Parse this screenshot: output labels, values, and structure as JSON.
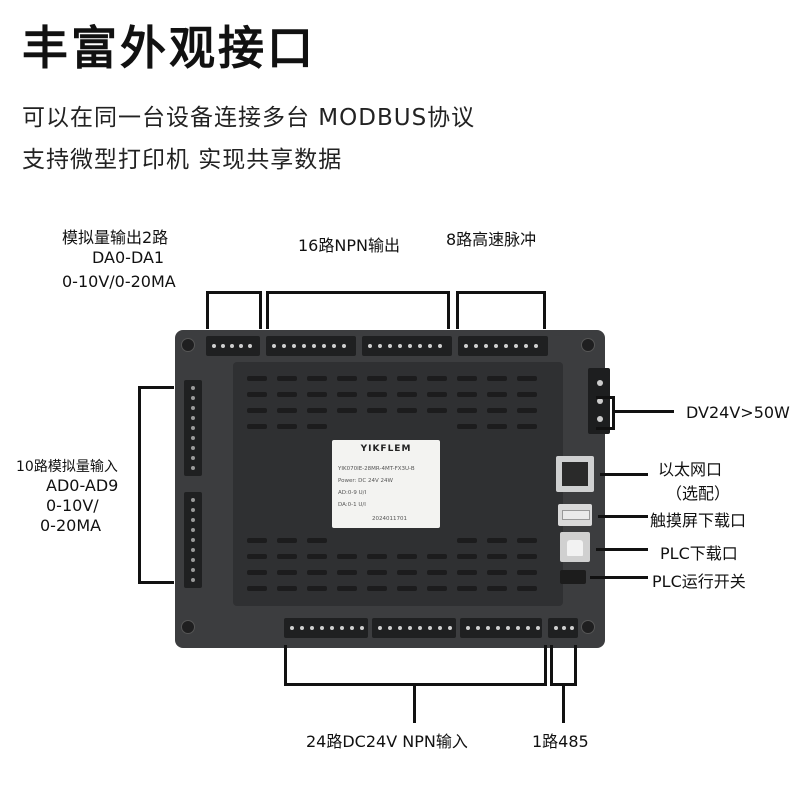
{
  "title": "丰富外观接口",
  "subtitle_line1": "可以在同一台设备连接多台 MODBUS协议",
  "subtitle_line2": "支持微型打印机 实现共享数据",
  "labels": {
    "analog_out_1": "模拟量输出2路",
    "analog_out_2": "DA0-DA1",
    "analog_out_3": "0-10V/0-20MA",
    "npn_out": "16路NPN输出",
    "pulse": "8路高速脉冲",
    "analog_in_1": "10路模拟量输入",
    "analog_in_2": "AD0-AD9",
    "analog_in_3": "0-10V/",
    "analog_in_4": "0-20MA",
    "power": "DV24V>50W",
    "ethernet_1": "以太网口",
    "ethernet_2": "（选配）",
    "touch_download": "触摸屏下载口",
    "plc_download": "PLC下载口",
    "plc_switch": "PLC运行开关",
    "npn_in": "24路DC24V NPN输入",
    "rs485": "1路485"
  },
  "device_label": {
    "brand": "YIKFLEM",
    "model": "YIK070IE-28MR-4MT-FX3U-B",
    "power": "Power: DC 24V 24W",
    "ad": "AD:0-9 U/I",
    "da": "DA:0-1 U/I",
    "serial": "2024011701"
  },
  "colors": {
    "device_body": "#3c3d3f",
    "text": "#111111"
  }
}
